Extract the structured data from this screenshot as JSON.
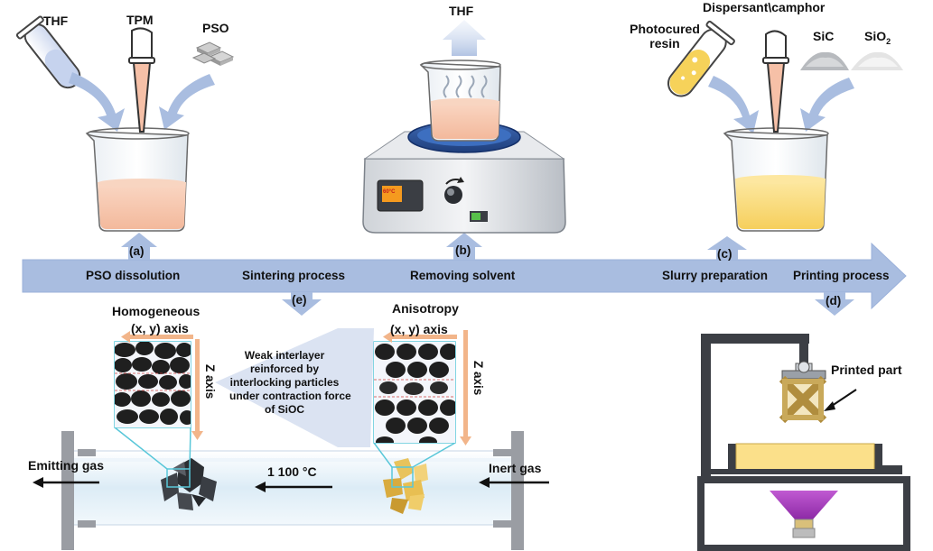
{
  "top": {
    "thf_label": "THF",
    "tpm_label": "TPM",
    "pso_label": "PSO",
    "thf_vapor_label": "THF",
    "dispersant_label": "Dispersant\\camphor",
    "photocured_line1": "Photocured",
    "photocured_line2": "resin",
    "sic_label": "SiC",
    "sio2_label": "SiO",
    "sio2_sub": "2",
    "heater_display": "60°C"
  },
  "steps": {
    "a": "(a)",
    "b": "(b)",
    "c": "(c)",
    "d": "(d)",
    "e": "(e)"
  },
  "arrow": {
    "pso_dissolution": "PSO dissolution",
    "sintering_process": "Sintering process",
    "removing_solvent": "Removing solvent",
    "slurry_preparation": "Slurry preparation",
    "printing_process": "Printing process"
  },
  "sintering": {
    "homogeneous": "Homogeneous",
    "anisotropy": "Anisotropy",
    "xy_axis_left": "(x, y) axis",
    "xy_axis_right": "(x, y) axis",
    "z_axis_left": "Z axis",
    "z_axis_right": "Z axis",
    "callout_lines": [
      "Weak interlayer",
      "reinforced by",
      "interlocking particles",
      "under contraction force",
      "of SiOC"
    ],
    "emitting_gas": "Emitting gas",
    "temperature": "1 100 °C",
    "inert_gas": "Inert gas"
  },
  "printer": {
    "printed_part": "Printed part"
  },
  "colors": {
    "arrow_blue": "#a9bde0",
    "arrow_blue_dark": "#8aa3d2",
    "pink_liquid": "#f7cbb4",
    "yellow_liquid": "#fbe08a",
    "part_gold": "#c9a95a",
    "uv_purple": "#b347c6",
    "axis_orange": "#f2b58a",
    "frame_cyan": "#59c7d9"
  }
}
